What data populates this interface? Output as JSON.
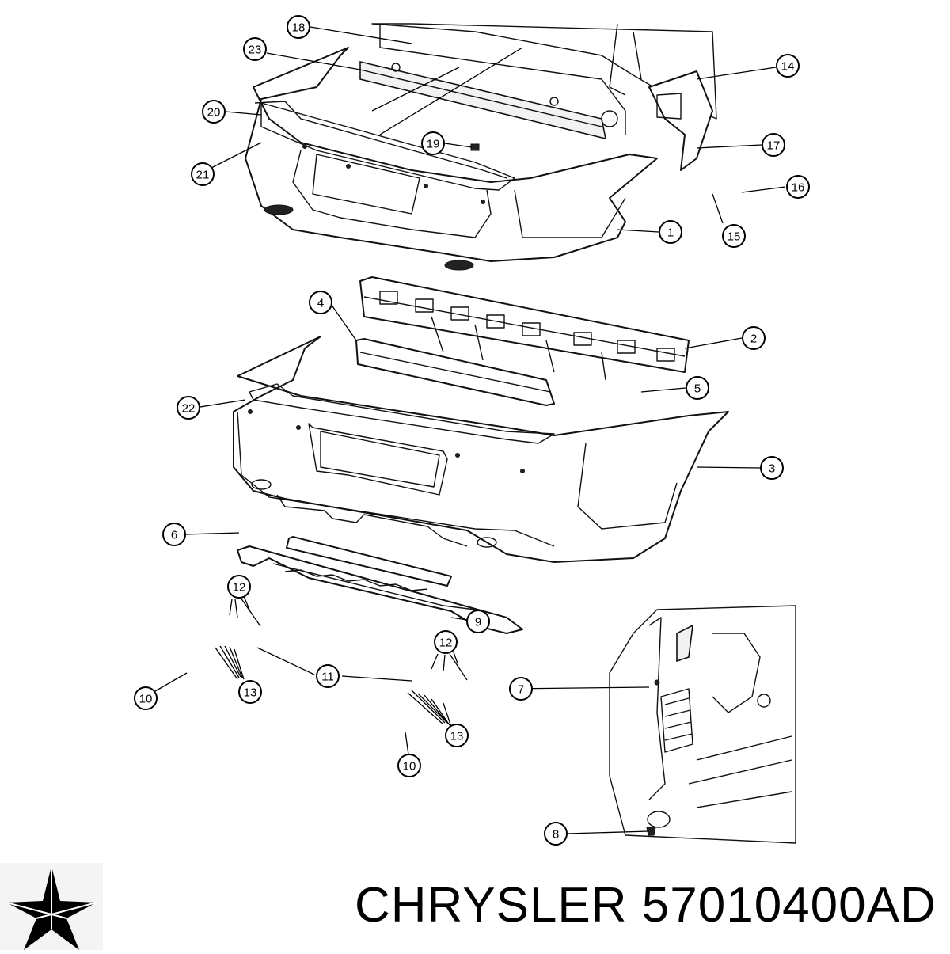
{
  "brand": {
    "name": "CHRYSLER",
    "part_number": "57010400AD"
  },
  "callouts": [
    {
      "label": "1"
    },
    {
      "label": "2"
    },
    {
      "label": "3"
    },
    {
      "label": "4"
    },
    {
      "label": "5"
    },
    {
      "label": "6"
    },
    {
      "label": "7"
    },
    {
      "label": "8"
    },
    {
      "label": "9"
    },
    {
      "label": "10"
    },
    {
      "label": "10"
    },
    {
      "label": "11"
    },
    {
      "label": "12"
    },
    {
      "label": "12"
    },
    {
      "label": "13"
    },
    {
      "label": "13"
    },
    {
      "label": "14"
    },
    {
      "label": "15"
    },
    {
      "label": "16"
    },
    {
      "label": "17"
    },
    {
      "label": "18"
    },
    {
      "label": "19"
    },
    {
      "label": "20"
    },
    {
      "label": "21"
    },
    {
      "label": "22"
    },
    {
      "label": "23"
    }
  ],
  "colors": {
    "line": "#000000",
    "background": "#ffffff"
  },
  "icons": {
    "logo": "pentastar-icon"
  }
}
